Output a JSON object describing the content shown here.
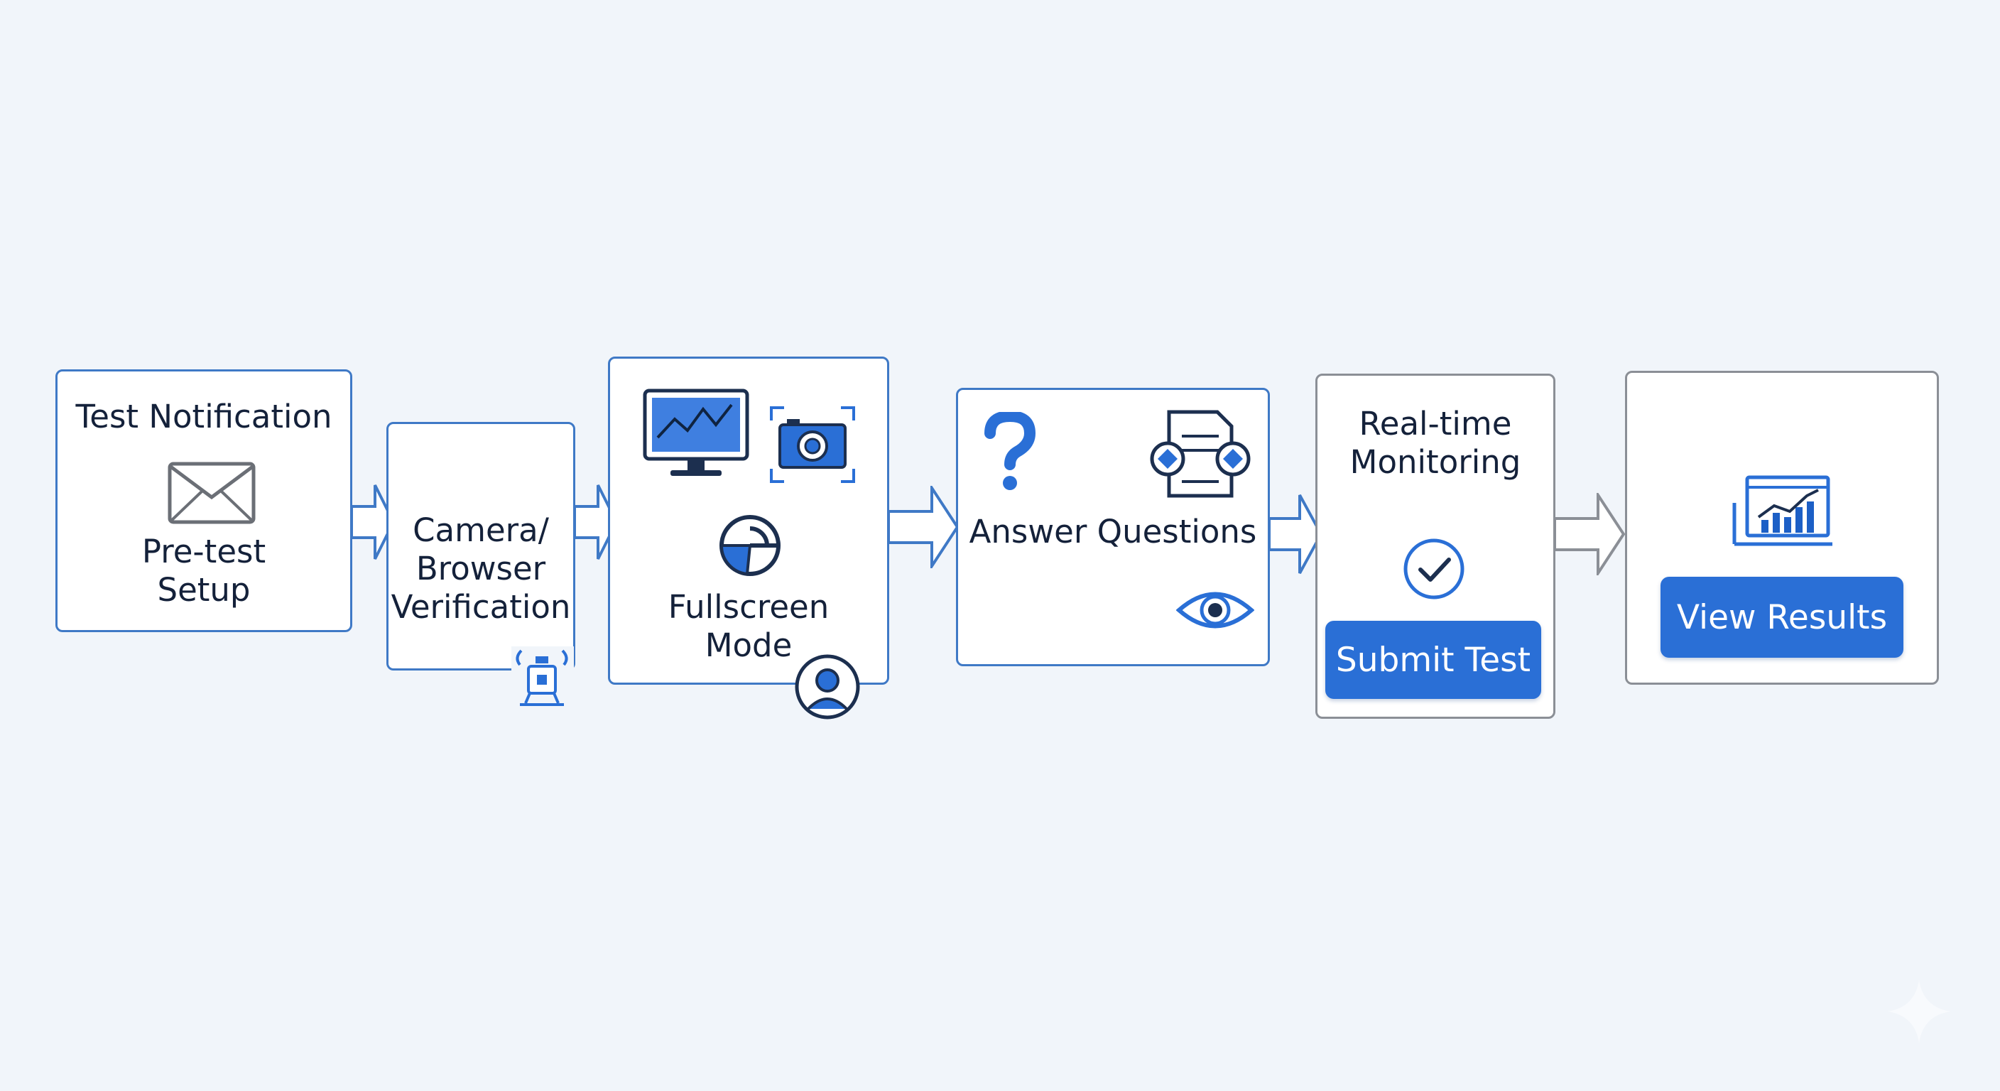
{
  "colors": {
    "background": "#f1f5fa",
    "accent_blue": "#3f79c6",
    "button_blue": "#2a6fd6",
    "gray_border": "#8b8f96",
    "text_dark": "#14213a"
  },
  "steps": [
    {
      "title": "Test Notification",
      "subtitle": "Pre-test Setup",
      "icons": [
        "envelope-icon"
      ]
    },
    {
      "title": "Camera/ Browser Verification",
      "icons": [
        "device-setup-icon"
      ]
    },
    {
      "title": "Fullscreen Mode",
      "icons": [
        "monitor-chart-icon",
        "camera-icon",
        "fullscreen-pie-icon",
        "user-avatar-icon"
      ]
    },
    {
      "title": "Answer Questions",
      "icons": [
        "question-mark-icon",
        "document-icon",
        "eye-icon"
      ]
    },
    {
      "title": "Real-time Monitoring",
      "button": "Submit Test",
      "icons": [
        "check-circle-icon"
      ]
    },
    {
      "button": "View Results",
      "icons": [
        "bar-chart-icon"
      ]
    }
  ],
  "labels": {
    "step1_line1": "Test Notification",
    "step1_sub1": "Pre-test",
    "step1_sub2": "Setup",
    "step2_line1": "Camera/",
    "step2_line2": "Browser",
    "step2_line3": "Verification",
    "step3_line1": "Fullscreen",
    "step3_line2": "Mode",
    "step4_line1": "Answer Questions",
    "step5_line1": "Real-time",
    "step5_line2": "Monitoring",
    "submit_button": "Submit Test",
    "view_results_button": "View Results"
  }
}
